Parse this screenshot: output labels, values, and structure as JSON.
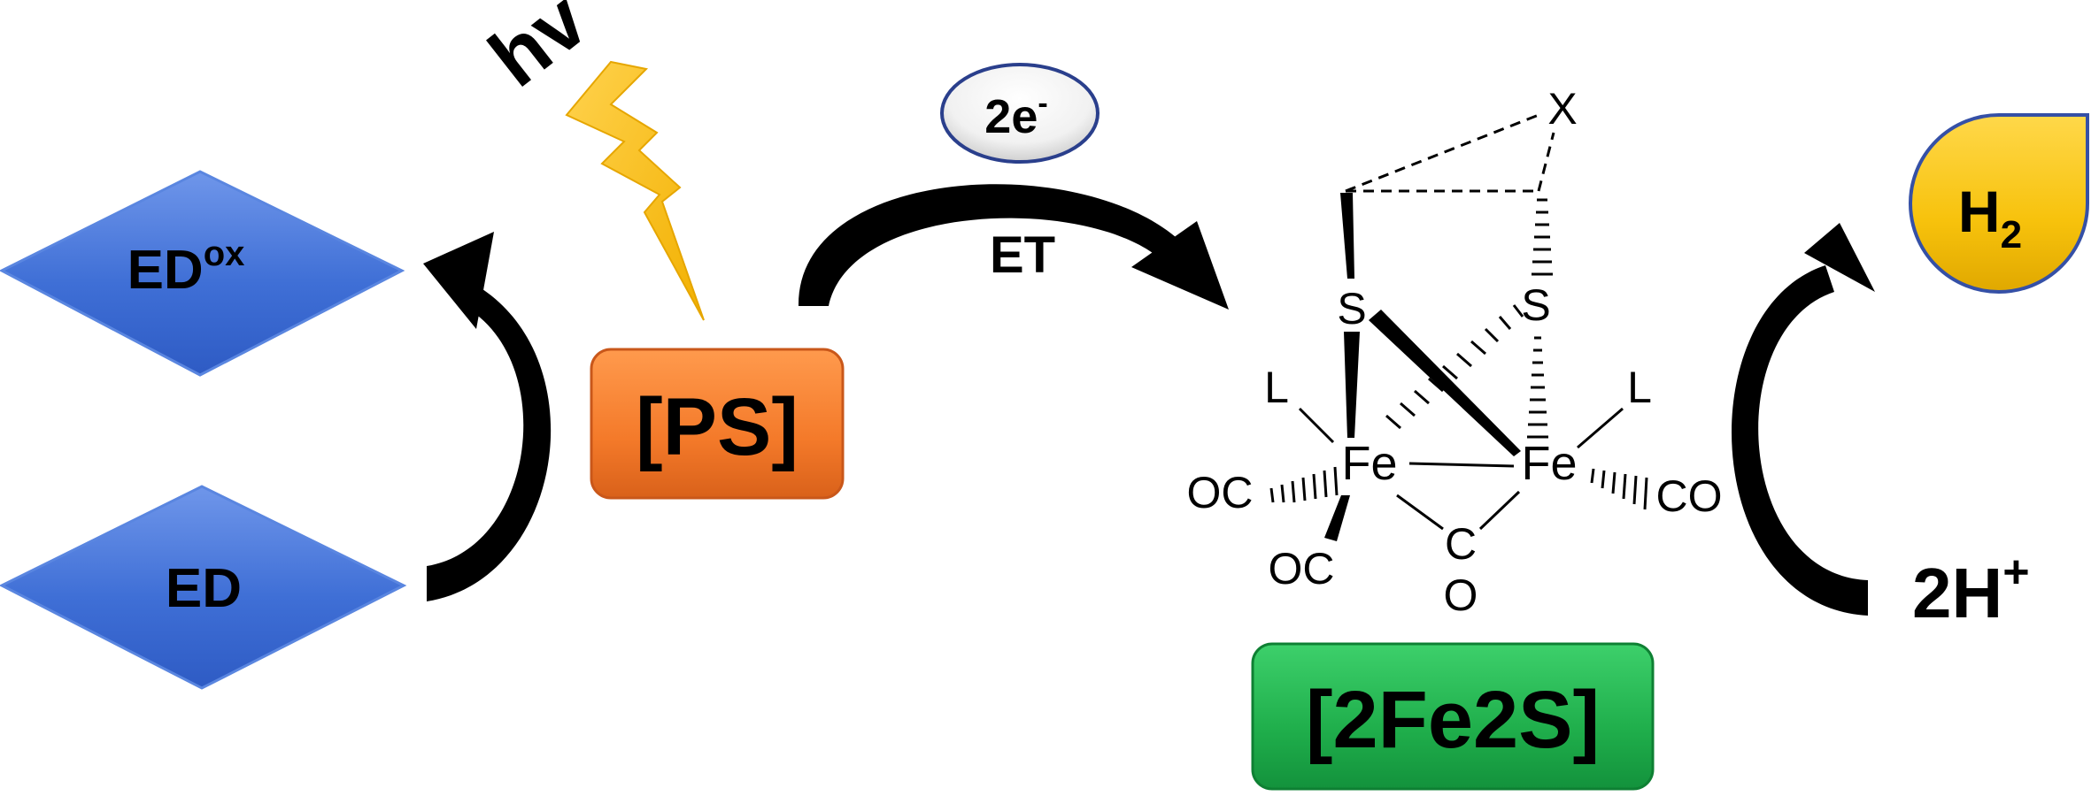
{
  "nodes": {
    "ed_ox": {
      "label": "ED",
      "sup": "ox"
    },
    "ed": {
      "label": "ED"
    },
    "ps": {
      "label": "[PS]"
    },
    "electron": {
      "label": "2e",
      "sup": "-"
    },
    "et": {
      "label": "ET"
    },
    "cluster": {
      "label": "[2Fe2S]"
    },
    "h2": {
      "label": "H",
      "sub": "2"
    },
    "protons": {
      "label": "2H",
      "sup": "+"
    },
    "light": {
      "label": "hv"
    }
  },
  "structure": {
    "x_atom": "X",
    "s_left": "S",
    "s_right": "S",
    "fe_left": "Fe",
    "fe_right": "Fe",
    "l_left": "L",
    "l_right": "L",
    "oc_left": "OC",
    "oc_bottom": "OC",
    "co_right": "CO",
    "bridge_c": "C",
    "bridge_o": "O"
  },
  "colors": {
    "diamond_blue": "#4a78d8",
    "ps_orange": "#f47a2a",
    "cluster_green": "#1fae4b",
    "h2_yellow": "#f7c20c",
    "lightning_yellow": "#f9c21b",
    "arrow": "#000000"
  }
}
